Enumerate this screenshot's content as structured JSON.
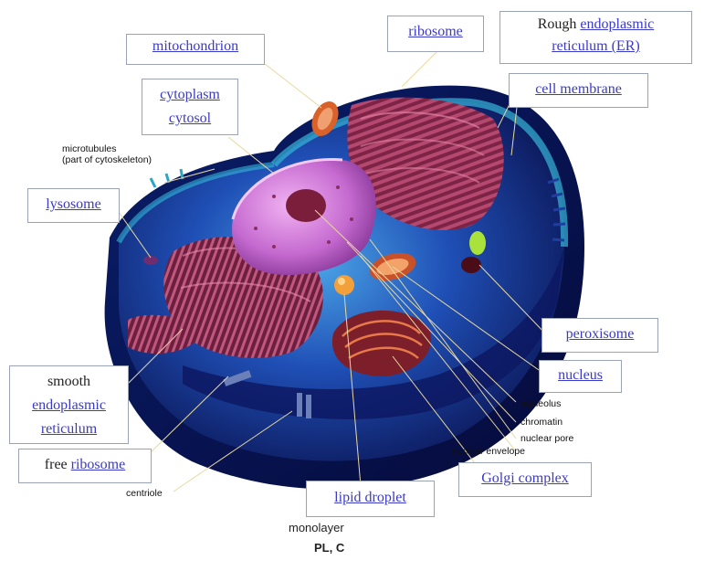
{
  "labels": {
    "mitochondrion": "mitochondrion",
    "ribosome": "ribosome",
    "rough_er_prefix": "Rough ",
    "rough_er_link1": "endoplasmic",
    "rough_er_link2": "reticulum (ER)",
    "cytoplasm": "cytoplasm",
    "cytosol": "cytosol",
    "cell_membrane": "cell membrane",
    "microtubules_line1": "microtubules",
    "microtubules_line2": "(part of cytoskeleton)",
    "lysosome": "lysosome",
    "smooth": "smooth",
    "smooth_er_link1": "endoplasmic",
    "smooth_er_link2": "reticulum",
    "free_prefix": "free ",
    "free_ribosome_link": "ribosome",
    "centriole": "centriole",
    "peroxisome": "peroxisome",
    "nucleus": "nucleus",
    "nucleolus": "nucleolus",
    "chromatin": "chromatin",
    "nuclear_pore": "nuclear pore",
    "nuclear_envelope": "nuclear envelope",
    "golgi": "Golgi complex",
    "lipid_droplet": "lipid droplet",
    "monolayer": "monolayer",
    "pl_c": "PL, C"
  },
  "colors": {
    "link": "#3a3ac8",
    "cytoplasm_dark": "#0f1f7a",
    "cytoplasm_light": "#3f8fd6",
    "membrane": "#2aa6c9",
    "er_red": "#8b2f55",
    "nucleus_pink": "#c76ccf",
    "mito_orange": "#d9622b"
  }
}
